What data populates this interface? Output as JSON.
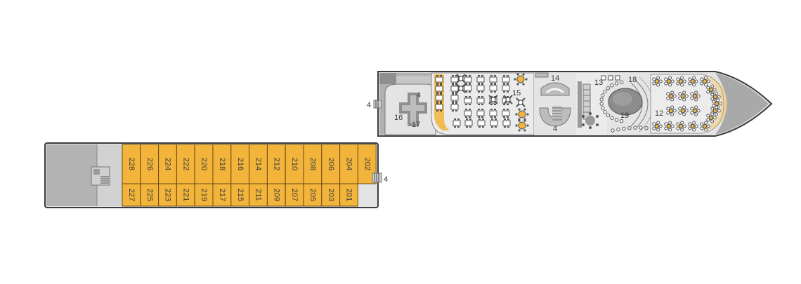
{
  "colors": {
    "cabin": "#f2b43a",
    "cabin_stroke": "#6b4a12",
    "hull_dark": "#a9a9a9",
    "hull_light": "#e4e4e4",
    "outline": "#3c3c3c",
    "furniture": "#cfcfcf"
  },
  "lower_deck": {
    "top_row_cabins": [
      "228",
      "226",
      "224",
      "222",
      "220",
      "218",
      "216",
      "214",
      "212",
      "210",
      "208",
      "206",
      "204",
      "202"
    ],
    "bottom_row_cabins": [
      "227",
      "225",
      "223",
      "221",
      "219",
      "217",
      "215",
      "211",
      "209",
      "207",
      "205",
      "203",
      "201"
    ],
    "stair_label": "4"
  },
  "main_deck": {
    "labels": {
      "stern_stairs": "4",
      "lobby_stairs": "4",
      "reception": "16",
      "shop": "17",
      "restaurant": "15",
      "elevator_area": "14",
      "center_stairs": "4",
      "bar": "13",
      "dance_floor": "18",
      "piano": "19",
      "lounge": "12"
    }
  }
}
